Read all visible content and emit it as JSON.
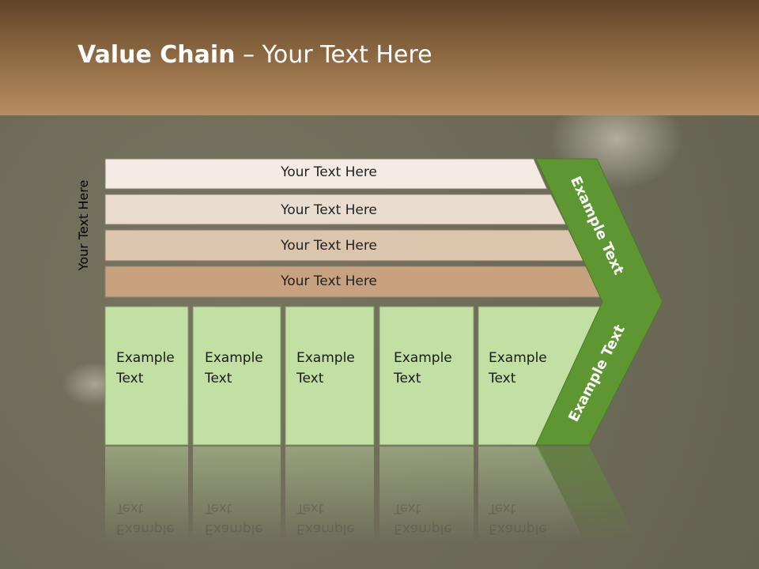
{
  "header": {
    "title_bold": "Value Chain",
    "title_rest": " – Your Text Here"
  },
  "diagram": {
    "side_label": "Your Text Here",
    "rows": [
      {
        "label": "Your Text Here",
        "color": "#f3ebe4"
      },
      {
        "label": "Your Text Here",
        "color": "#eaddd0"
      },
      {
        "label": "Your Text Here",
        "color": "#dcc5ad"
      },
      {
        "label": "Your Text Here",
        "color": "#c8a27e"
      }
    ],
    "cells": [
      {
        "label": "Example\nText"
      },
      {
        "label": "Example\nText"
      },
      {
        "label": "Example\nText"
      },
      {
        "label": "Example\nText"
      },
      {
        "label": "Example\nText"
      }
    ],
    "chevron_top_label": "Example Text",
    "chevron_bottom_label": "Example Text",
    "colors": {
      "cell_fill": "#c2dfa4",
      "chevron_fill": "#5e9632"
    }
  }
}
